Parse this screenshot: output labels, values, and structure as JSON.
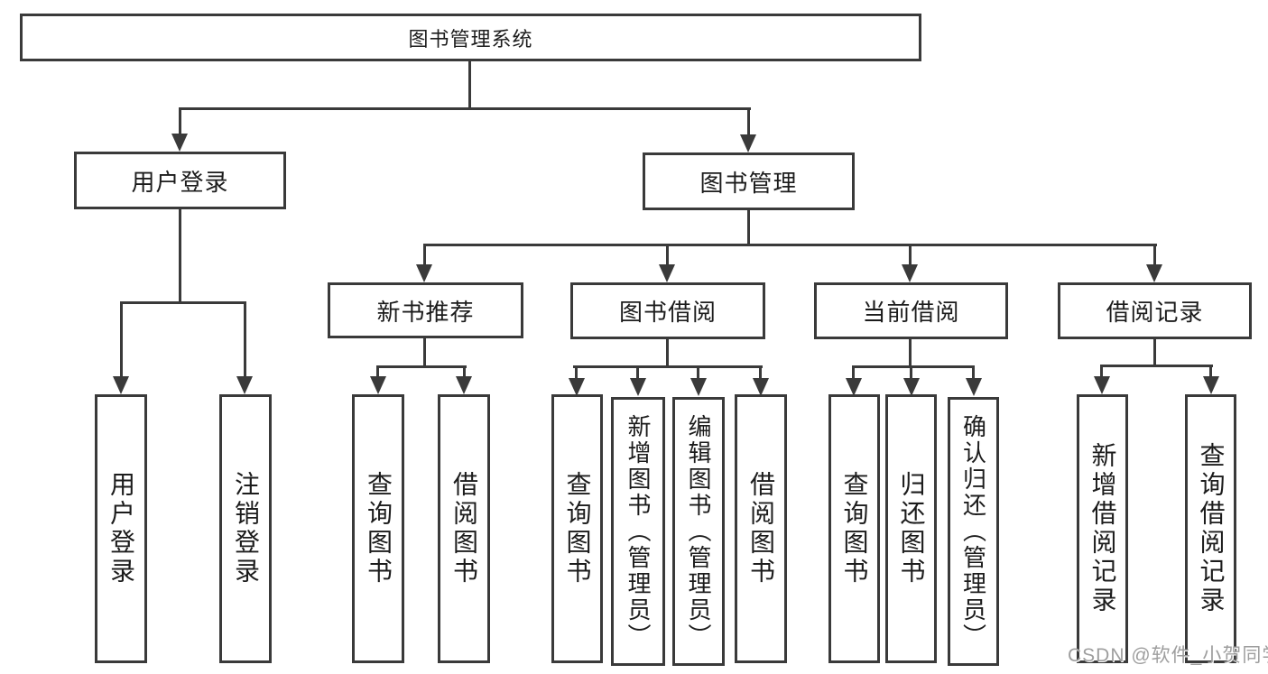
{
  "diagram": {
    "title": "图书管理系统",
    "watermark": "CSDN @软件_小贺同学",
    "colors": {
      "line": "#3a3a3a",
      "text": "#1c1c1c",
      "background": "#ffffff",
      "watermark": "#9e9e9e"
    },
    "nodes": {
      "root": "图书管理系统",
      "user_login": "用户登录",
      "book_mgmt": "图书管理",
      "new_book_rec": "新书推荐",
      "book_borrow": "图书借阅",
      "current_borrow": "当前借阅",
      "borrow_records": "借阅记录",
      "ul_user_login": "用户登录",
      "ul_logout": "注销登录",
      "nb_query_books": "查询图书",
      "nb_borrow_books": "借阅图书",
      "bb_query_books": "查询图书",
      "bb_add_books": "新增图书（管理员）",
      "bb_edit_books": "编辑图书（管理员）",
      "bb_borrow_books": "借阅图书",
      "cb_query_books": "查询图书",
      "cb_return_books": "归还图书",
      "cb_confirm_return": "确认归还（管理员）",
      "br_add_record": "新增借阅记录",
      "br_query_record": "查询借阅记录"
    }
  }
}
